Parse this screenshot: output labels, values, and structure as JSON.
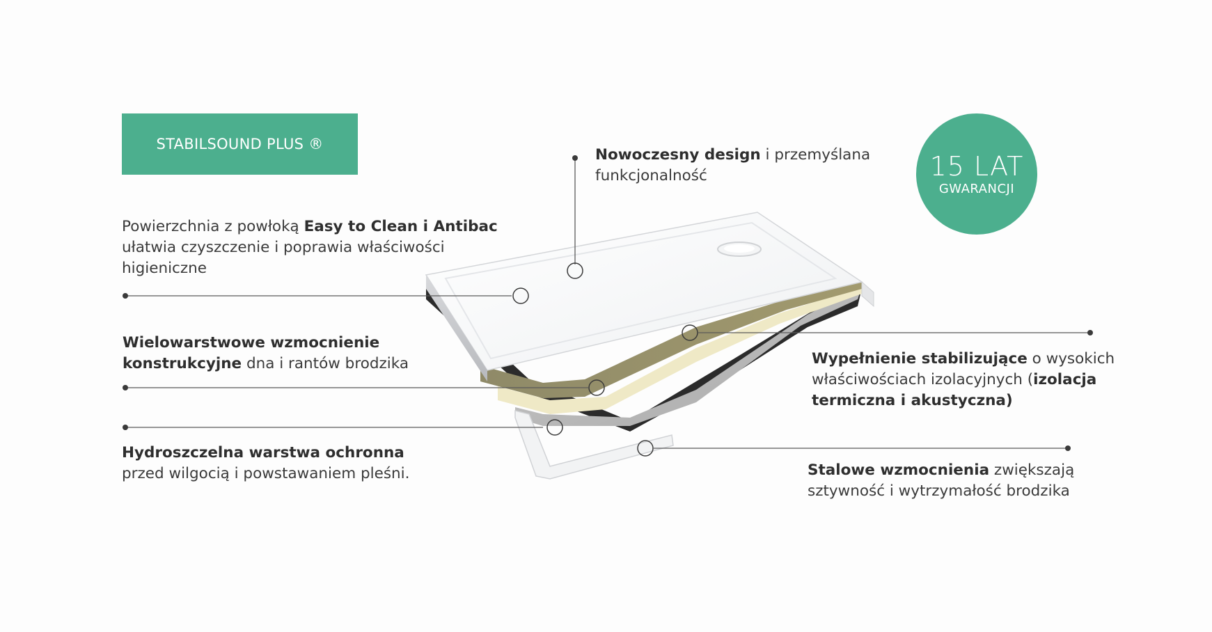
{
  "badge": {
    "text": "STABILSOUND PLUS ®"
  },
  "guarantee": {
    "big": "15 LAT",
    "small": "GWARANCJI"
  },
  "callouts": {
    "design": {
      "bold": "Nowoczesny design",
      "rest1": " i przemyślana",
      "line2": "funkcjonalność"
    },
    "surface": {
      "pre": "Powierzchnia  z powłoką ",
      "bold": "Easy to Clean i Antibac",
      "line2": "ułatwia czyszczenie i poprawia właściwości",
      "line3": "higieniczne"
    },
    "reinforcement": {
      "bold1": "Wielowarstwowe wzmocnienie",
      "bold2": "konstrukcyjne",
      "rest2": " dna i rantów brodzika"
    },
    "waterproof": {
      "bold": "Hydroszczelna warstwa ochronna",
      "line2": "przed wilgocią i powstawaniem pleśni."
    },
    "filling": {
      "bold": "Wypełnienie stabilizujące",
      "rest1": " o wysokich",
      "line2a": "właściwościach izolacyjnych (",
      "bold2": "izolacja",
      "bold3": "termiczna i akustyczna)"
    },
    "steel": {
      "bold": "Stalowe wzmocnienia",
      "rest1": " zwiększają",
      "line2": "sztywność i wytrzymałość brodzika"
    }
  },
  "colors": {
    "accent": "#4caf8e",
    "line": "#4a4a4a"
  }
}
